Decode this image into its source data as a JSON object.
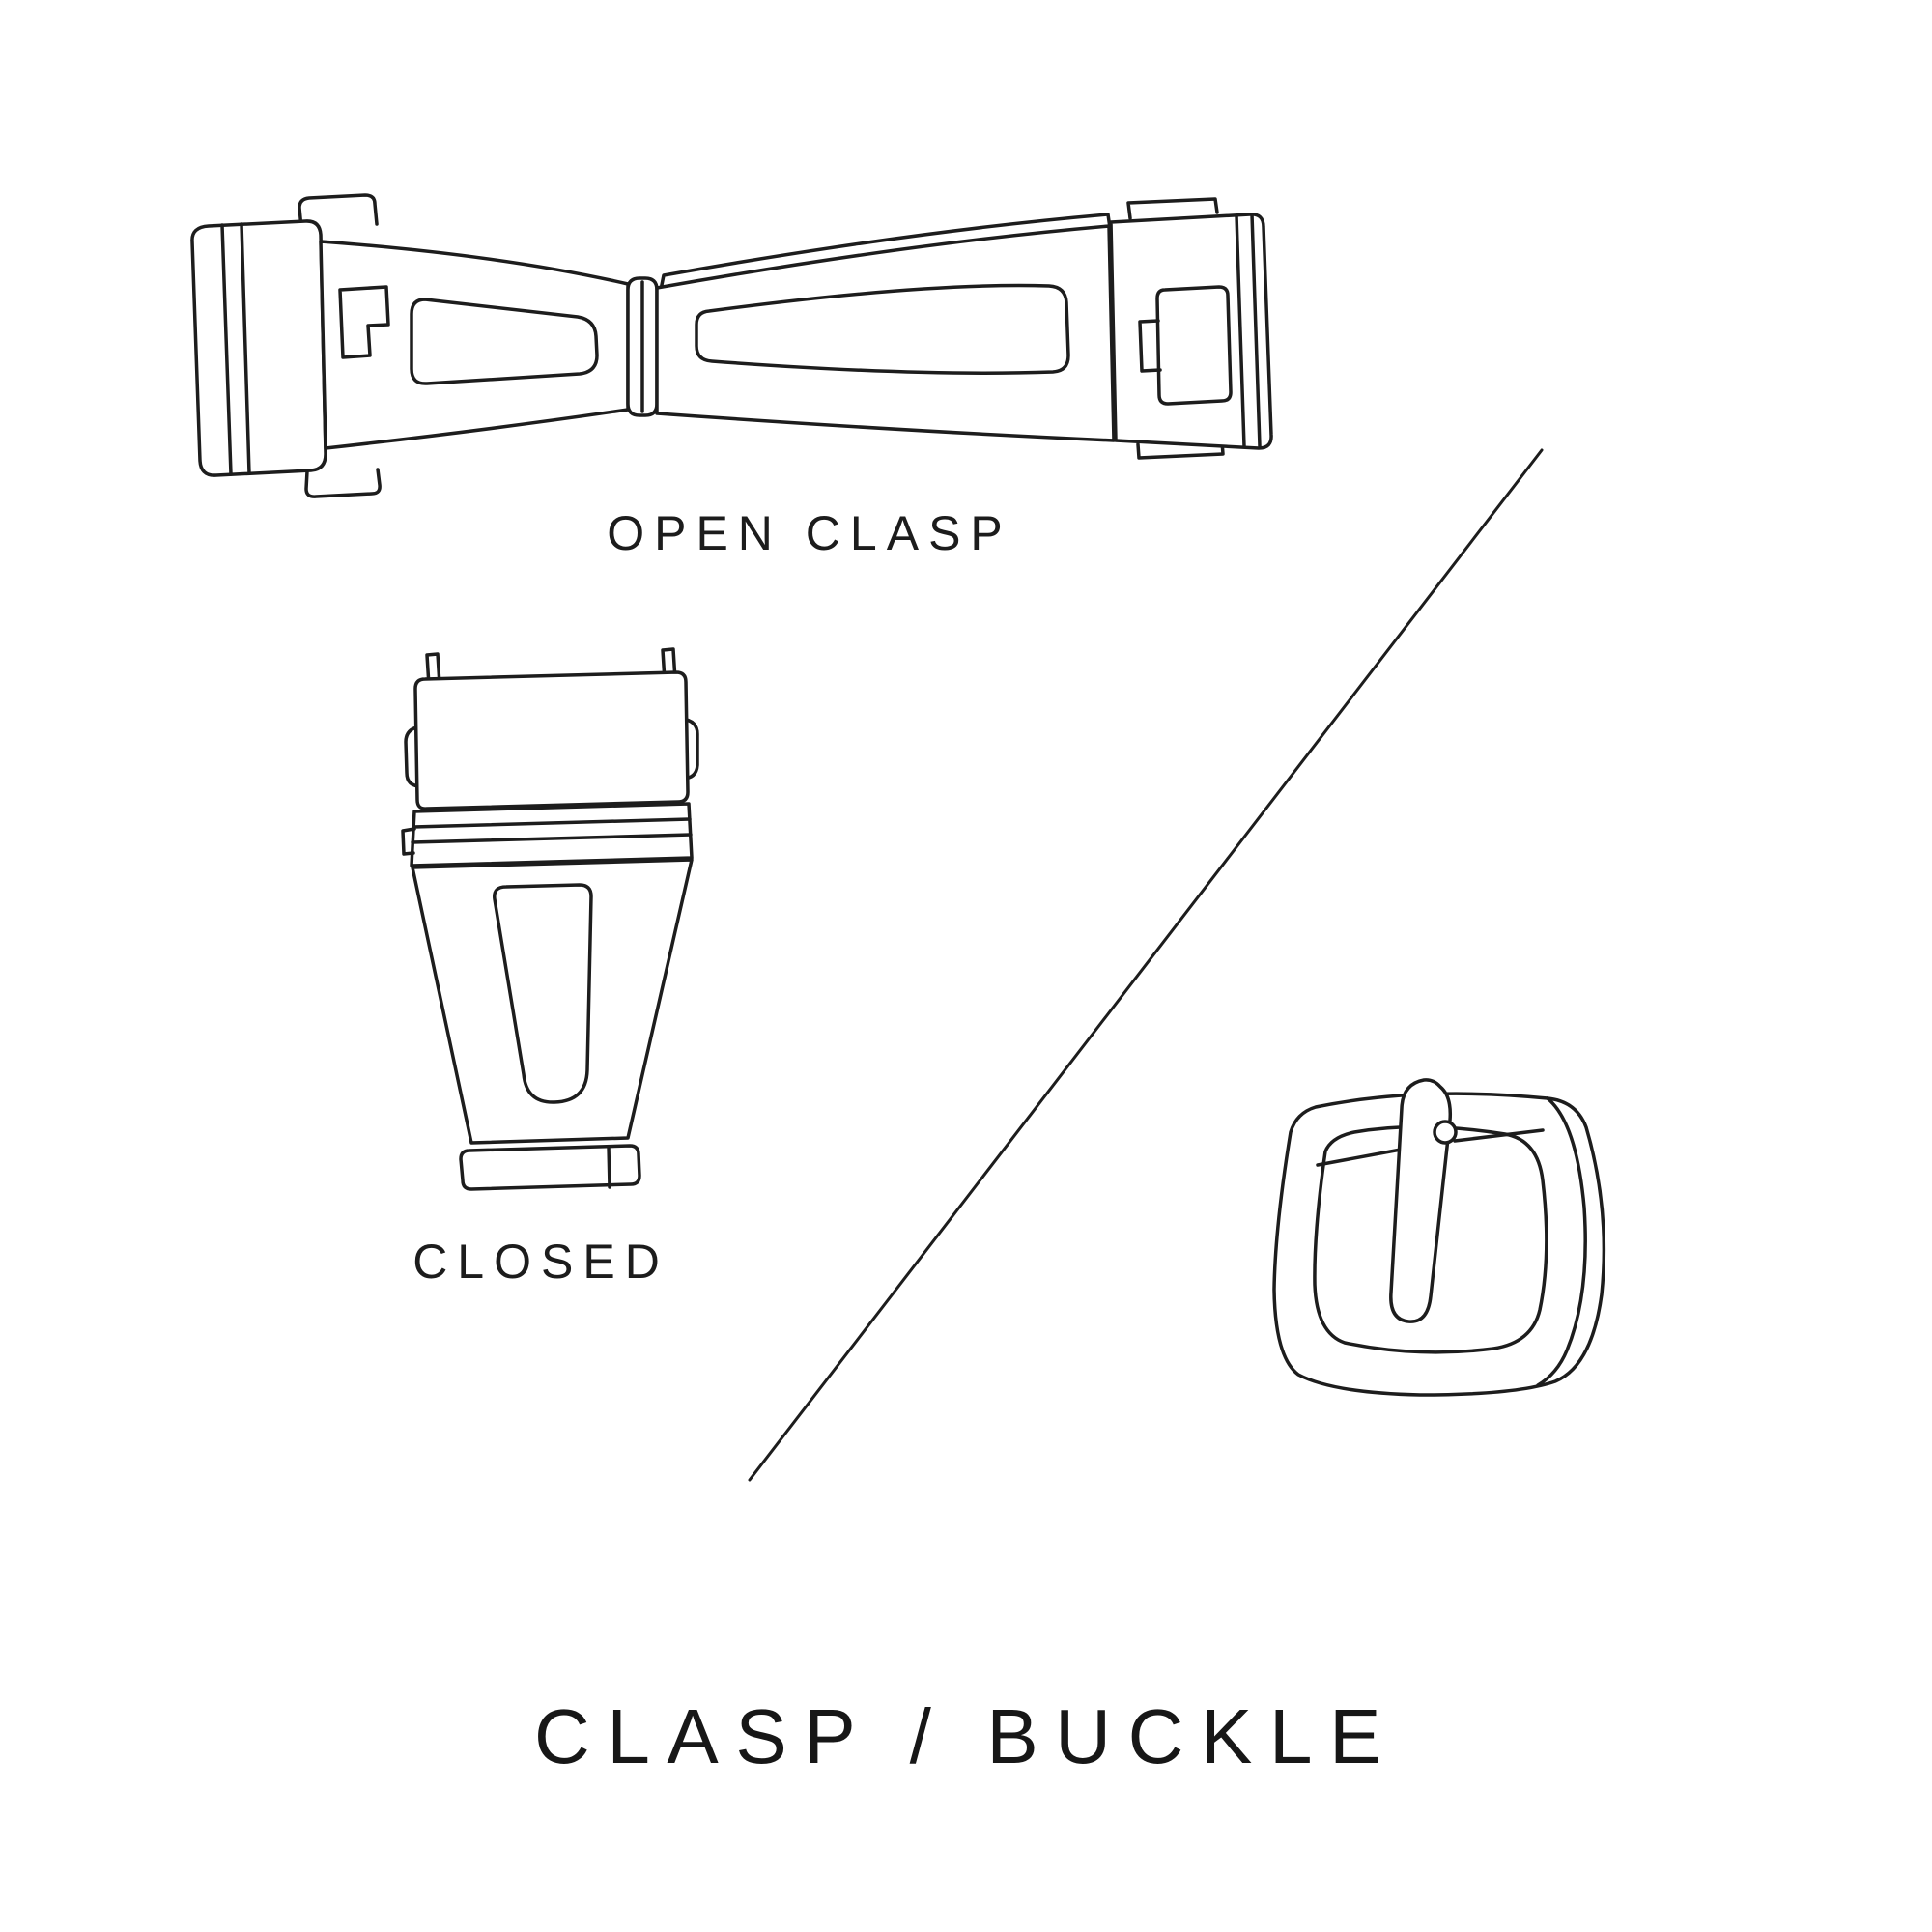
{
  "page": {
    "background_color": "#ffffff",
    "line_color": "#1d1d1d",
    "title": "CLASP / BUCKLE"
  },
  "labels": {
    "open_clasp": "OPEN CLASP",
    "closed": "CLOSED"
  },
  "illustrations": {
    "open_clasp": "open-clasp-deployant-illustration",
    "closed_clasp": "closed-clasp-illustration",
    "buckle": "tang-buckle-illustration",
    "divider": "diagonal-divider-line"
  }
}
